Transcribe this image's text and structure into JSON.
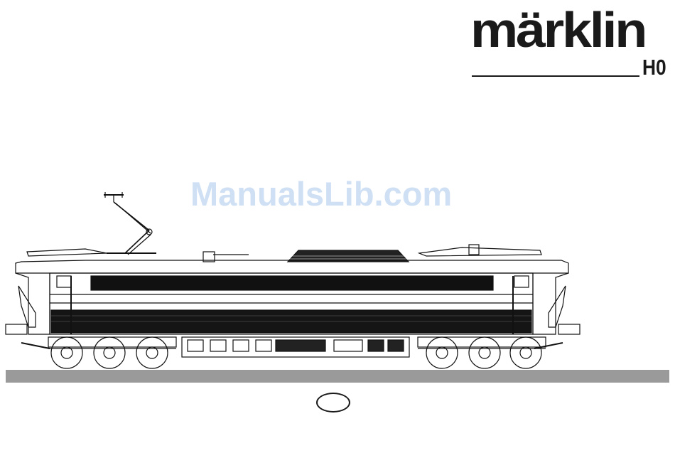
{
  "brand": {
    "logo_text": "märklin",
    "scale": "H0"
  },
  "watermark": {
    "text": "ManualsLib.com"
  }
}
